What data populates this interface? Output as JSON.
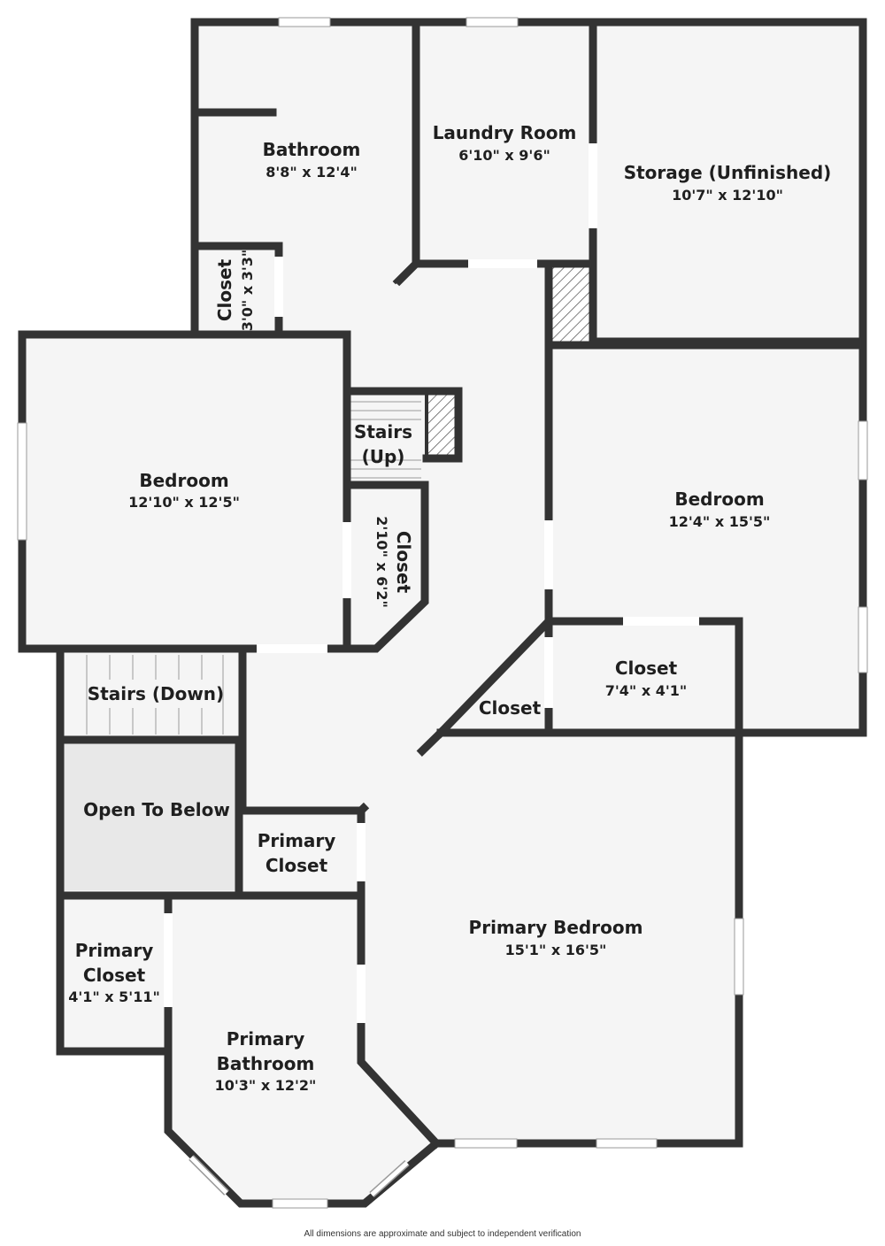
{
  "rooms": {
    "bathroom": {
      "name": "Bathroom",
      "dims": "8'8\" x 12'4\""
    },
    "laundry": {
      "name": "Laundry Room",
      "dims": "6'10\" x 9'6\""
    },
    "storage": {
      "name": "Storage (Unfinished)",
      "dims": "10'7\" x 12'10\""
    },
    "closet_small": {
      "name": "Closet",
      "dims": "3'0\" x 3'3\""
    },
    "bedroom_left": {
      "name": "Bedroom",
      "dims": "12'10\" x 12'5\""
    },
    "stairs_up": {
      "line1": "Stairs",
      "line2": "(Up)"
    },
    "closet_center": {
      "name": "Closet",
      "dims": "2'10\" x 6'2\""
    },
    "bedroom_right": {
      "name": "Bedroom",
      "dims": "12'4\" x 15'5\""
    },
    "closet_right": {
      "name": "Closet",
      "dims": "7'4\" x 4'1\""
    },
    "closet_diag": {
      "name": "Closet"
    },
    "stairs_down": {
      "name": "Stairs (Down)"
    },
    "open_below": {
      "name": "Open To Below"
    },
    "primary_closet_mid": {
      "line1": "Primary",
      "line2": "Closet"
    },
    "primary_bedroom": {
      "name": "Primary Bedroom",
      "dims": "15'1\" x 16'5\""
    },
    "primary_closet_left": {
      "line1": "Primary",
      "line2": "Closet",
      "dims": "4'1\" x 5'11\""
    },
    "primary_bathroom": {
      "line1": "Primary",
      "line2": "Bathroom",
      "dims": "10'3\" x 12'2\""
    }
  },
  "footnote": "All dimensions are approximate and subject to independent verification",
  "colors": {
    "wall": "#333333",
    "floor": "#f5f5f5",
    "open_to_below": "#e8e8e8",
    "window": "#ffffff"
  }
}
